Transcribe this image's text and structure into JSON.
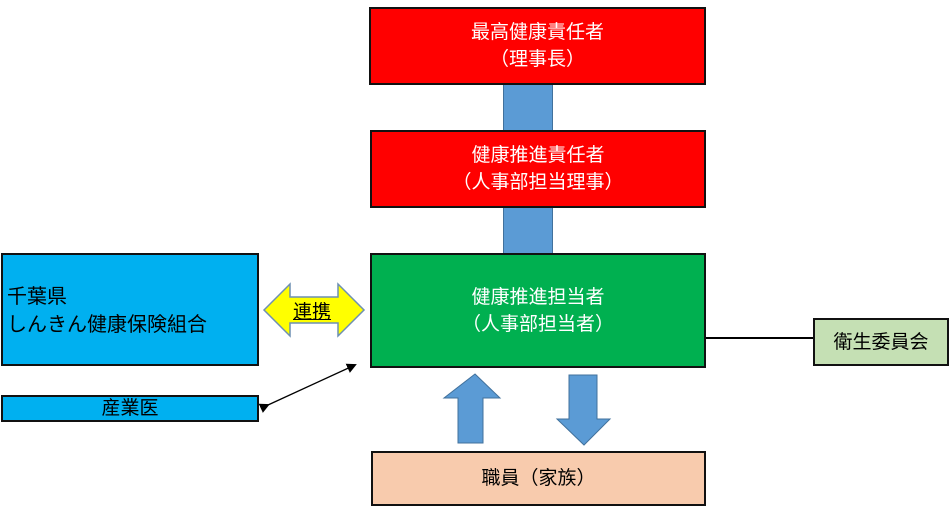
{
  "nodes": {
    "chief_officer": {
      "title": "最高健康責任者",
      "subtitle": "（理事長）",
      "color": "#ff0000"
    },
    "promotion_officer": {
      "title": "健康推進責任者",
      "subtitle": "（人事部担当理事）",
      "color": "#ff0000"
    },
    "promotion_staff": {
      "title": "健康推進担当者",
      "subtitle": "（人事部担当者）",
      "color": "#00b050"
    },
    "insurance_union": {
      "line1": "千葉県",
      "line2": "しんきん健康保険組合",
      "color": "#00b0f0"
    },
    "industrial_physician": {
      "label": "産業医",
      "color": "#00b0f0"
    },
    "health_committee": {
      "label": "衛生委員会",
      "color": "#c5e0b4"
    },
    "employees": {
      "label": "職員（家族）",
      "color": "#f8cbad"
    }
  },
  "edges": {
    "cooperation_label": "連携"
  }
}
